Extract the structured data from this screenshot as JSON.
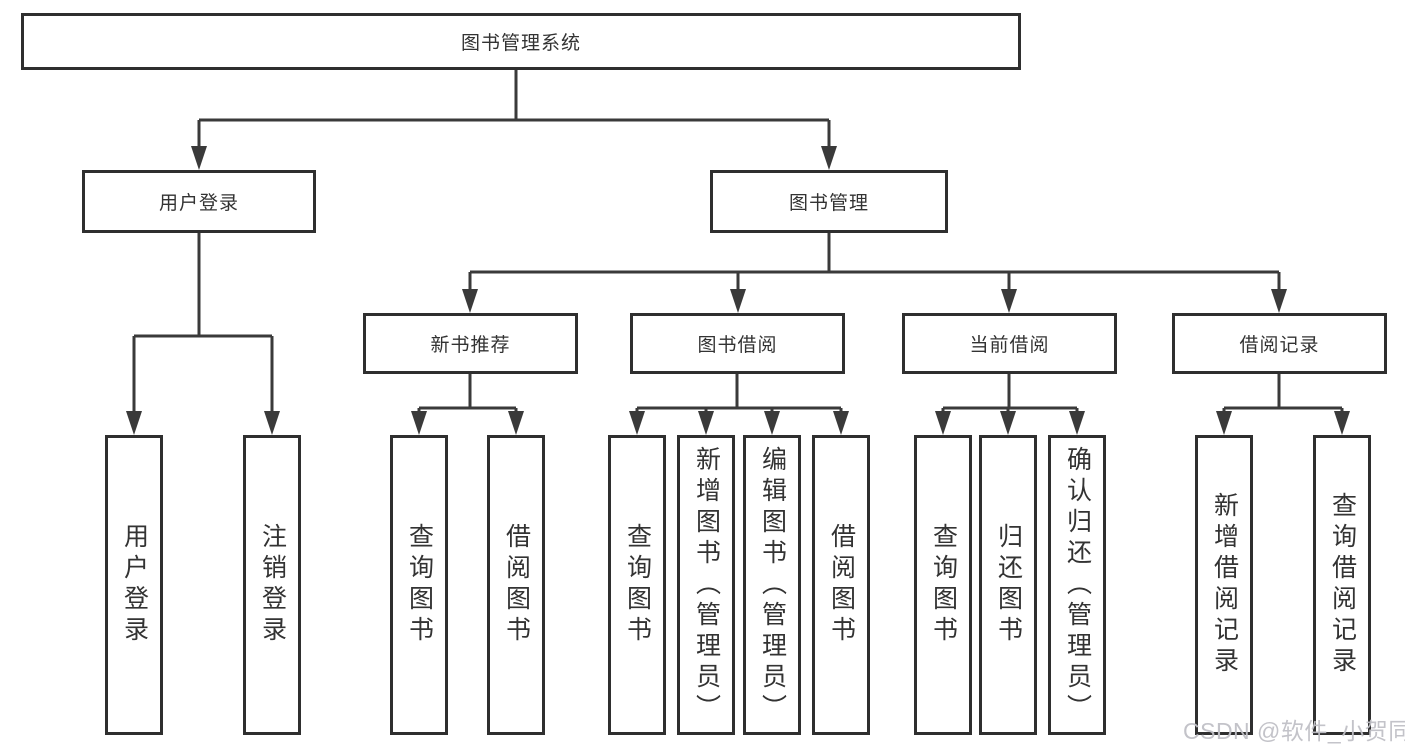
{
  "diagram": {
    "title_node": {
      "label": "图书管理系统"
    },
    "level2": [
      {
        "label": "用户登录"
      },
      {
        "label": "图书管理"
      }
    ],
    "login_children": [
      {
        "label": "用户登录"
      },
      {
        "label": "注销登录"
      }
    ],
    "level3": [
      {
        "label": "新书推荐"
      },
      {
        "label": "图书借阅"
      },
      {
        "label": "当前借阅"
      },
      {
        "label": "借阅记录"
      }
    ],
    "newbook_children": [
      {
        "label": "查询图书"
      },
      {
        "label": "借阅图书"
      }
    ],
    "borrow_children": [
      {
        "label": "查询图书"
      },
      {
        "label": "新增图书（管理员）"
      },
      {
        "label": "编辑图书（管理员）"
      },
      {
        "label": "借阅图书"
      }
    ],
    "current_children": [
      {
        "label": "查询图书"
      },
      {
        "label": "归还图书"
      },
      {
        "label": "确认归还（管理员）"
      }
    ],
    "records_children": [
      {
        "label": "新增借阅记录"
      },
      {
        "label": "查询借阅记录"
      }
    ]
  },
  "watermark": {
    "text": "CSDN @软件_小贺同学"
  },
  "colors": {
    "line": "#3a3a3a",
    "border": "#2f2f2f",
    "text": "#333333",
    "watermark": "#c2c2c6",
    "background": "#ffffff"
  }
}
